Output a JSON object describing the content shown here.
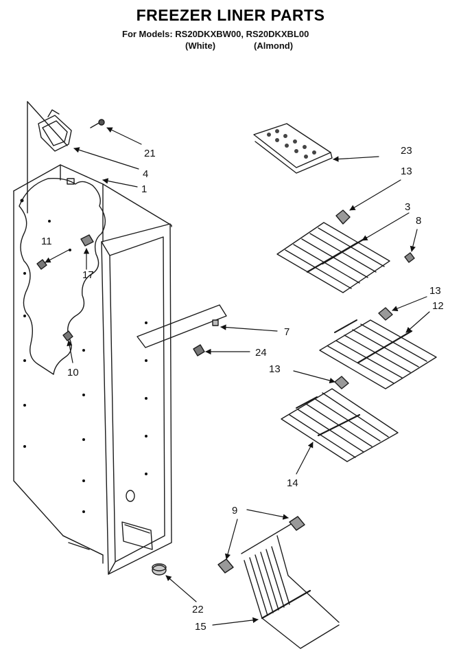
{
  "header": {
    "title": "FREEZER LINER PARTS",
    "models_line": "For Models: RS20DKXBW00, RS20DKXBL00",
    "color_white": "(White)",
    "color_almond": "(Almond)"
  },
  "callouts": {
    "c1": "1",
    "c3": "3",
    "c4": "4",
    "c7": "7",
    "c8": "8",
    "c9": "9",
    "c10": "10",
    "c11": "11",
    "c12": "12",
    "c13a": "13",
    "c13b": "13",
    "c13c": "13",
    "c14": "14",
    "c15": "15",
    "c17": "17",
    "c21": "21",
    "c22": "22",
    "c23": "23",
    "c24": "24"
  }
}
